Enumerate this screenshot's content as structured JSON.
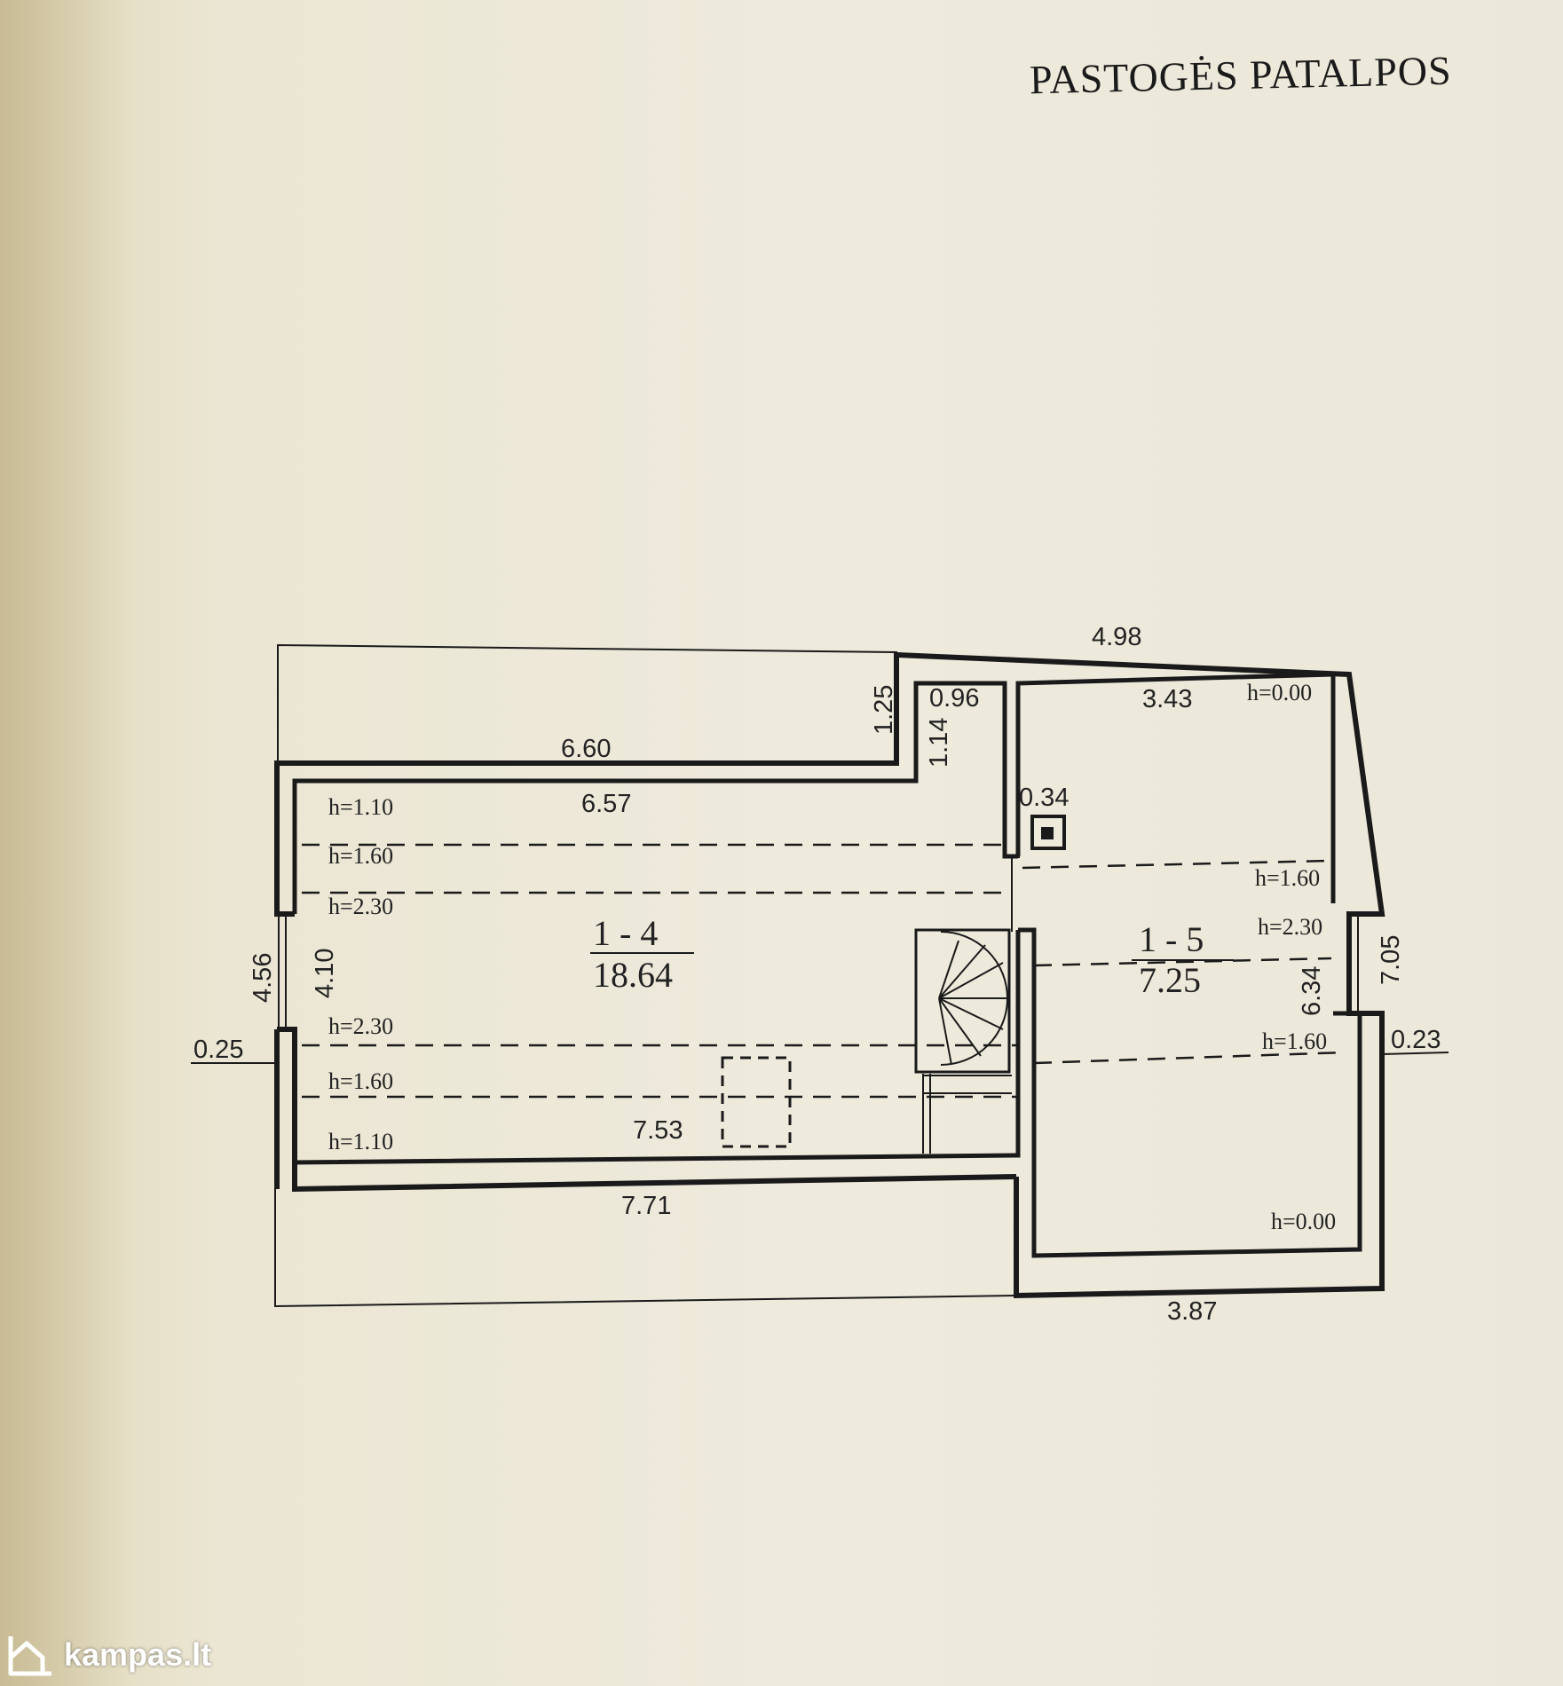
{
  "title": "PASTOGĖS PATALPOS",
  "rooms": [
    {
      "number": "1 - 4",
      "area": "18.64"
    },
    {
      "number": "1 - 5",
      "area": "7.25"
    }
  ],
  "dimensions": {
    "d660": "6.60",
    "d498": "4.98",
    "d125": "1.25",
    "d096": "0.96",
    "d114": "1.14",
    "d343": "3.43",
    "d657": "6.57",
    "d034": "0.34",
    "d456": "4.56",
    "d410": "4.10",
    "d025": "0.25",
    "d753": "7.53",
    "d771": "7.71",
    "d387": "3.87",
    "d705": "7.05",
    "d634": "6.34",
    "d023": "0.23"
  },
  "heights": {
    "h110a": "h=1.10",
    "h160a": "h=1.60",
    "h230a": "h=2.30",
    "h230b": "h=2.30",
    "h160b": "h=1.60",
    "h110b": "h=1.10",
    "h000a": "h=0.00",
    "h160c": "h=1.60",
    "h230c": "h=2.30",
    "h160d": "h=1.60",
    "h000b": "h=0.00"
  },
  "logo": {
    "text": "kampas.lt"
  },
  "colors": {
    "wall": "#1a1a1a",
    "paper": "#ece8d9"
  }
}
